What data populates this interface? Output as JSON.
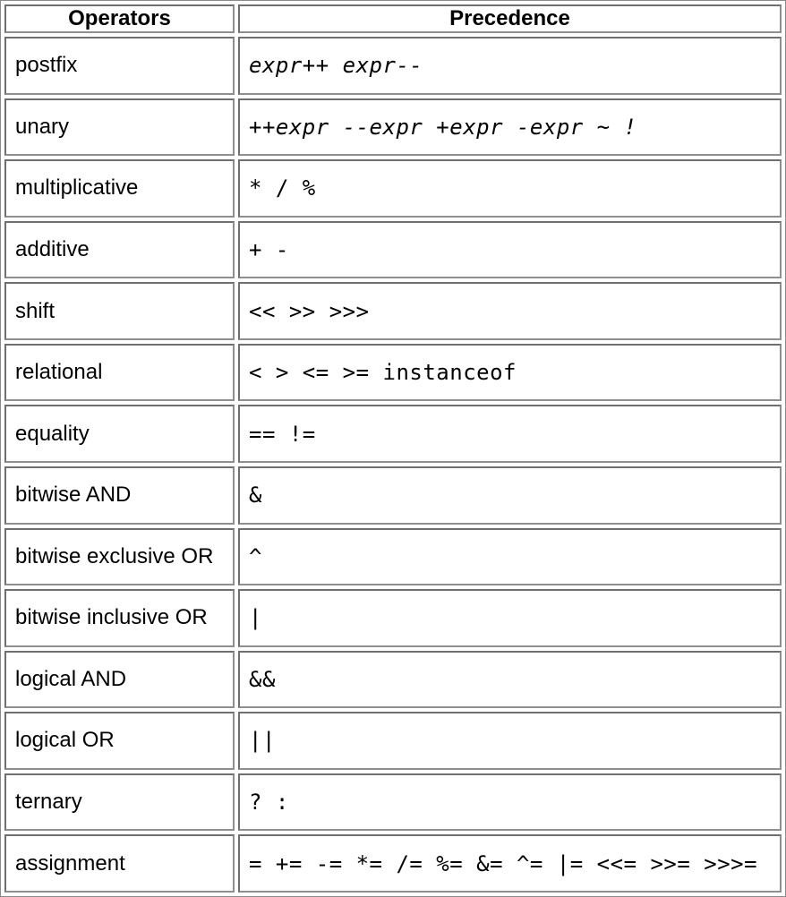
{
  "table": {
    "headers": {
      "operators": "Operators",
      "precedence": "Precedence"
    },
    "rows": [
      {
        "operator": "postfix",
        "precedence": "expr++ expr--"
      },
      {
        "operator": "unary",
        "precedence": "++expr --expr +expr -expr ~ !"
      },
      {
        "operator": "multiplicative",
        "precedence": "* / %"
      },
      {
        "operator": "additive",
        "precedence": "+ -"
      },
      {
        "operator": "shift",
        "precedence": "<< >> >>>"
      },
      {
        "operator": "relational",
        "precedence": "< > <= >= instanceof"
      },
      {
        "operator": "equality",
        "precedence": "== !="
      },
      {
        "operator": "bitwise AND",
        "precedence": "&"
      },
      {
        "operator": "bitwise exclusive OR",
        "precedence": "^"
      },
      {
        "operator": "bitwise inclusive OR",
        "precedence": "|"
      },
      {
        "operator": "logical AND",
        "precedence": "&&"
      },
      {
        "operator": "logical OR",
        "precedence": "||"
      },
      {
        "operator": "ternary",
        "precedence": "? :"
      },
      {
        "operator": "assignment",
        "precedence": "= += -= *= /= %= &= ^= |= <<= >>= >>>="
      }
    ]
  }
}
